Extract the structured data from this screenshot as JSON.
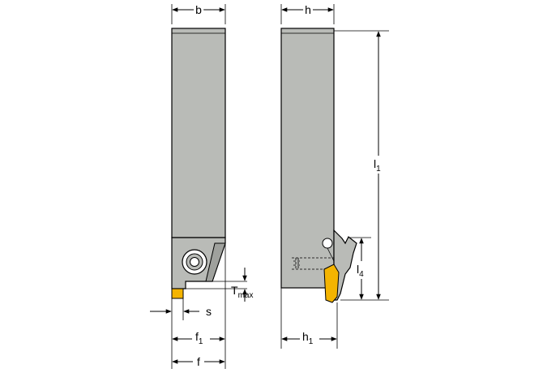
{
  "colors": {
    "body": "#b9bbb7",
    "body_shade": "#9fa19d",
    "insert": "#f4b400",
    "line": "#000000"
  },
  "labels": {
    "b": "b",
    "h": "h",
    "l1_main": "l",
    "l1_sub": "1",
    "l4_main": "l",
    "l4_sub": "4",
    "tmax_main": "T",
    "tmax_sub": "max",
    "s": "s",
    "f1_main": "f",
    "f1_sub": "1",
    "f": "f",
    "h1_main": "h",
    "h1_sub": "1"
  }
}
